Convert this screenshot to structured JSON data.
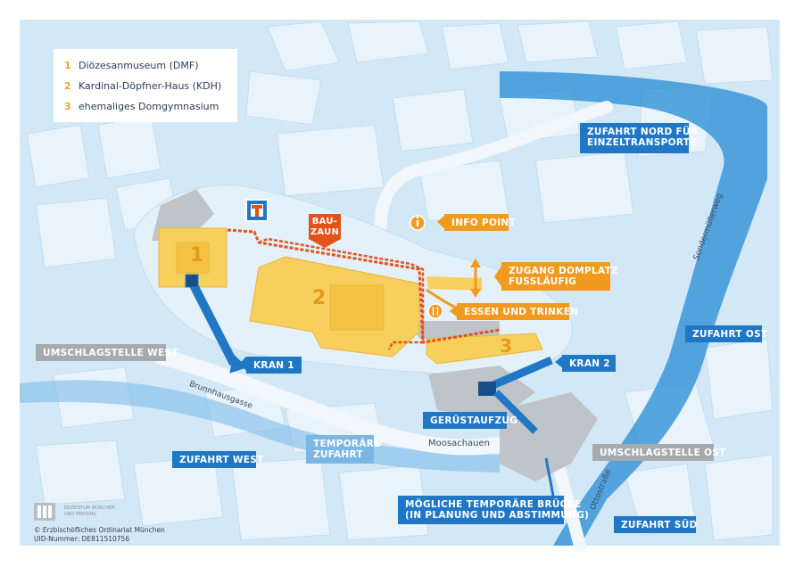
{
  "legend": {
    "items": [
      {
        "num": "1",
        "text": "Diözesanmuseum (DMF)"
      },
      {
        "num": "2",
        "text": "Kardinal-Döpfner-Haus (KDH)"
      },
      {
        "num": "3",
        "text": "ehemaliges Domgymnasium"
      }
    ]
  },
  "buildings": {
    "b1": "1",
    "b2": "2",
    "b3": "3"
  },
  "labels": {
    "zufahrt_nord_line1": "ZUFAHRT NORD FÜR",
    "zufahrt_nord_line2": "EINZELTRANSPORTE",
    "info_point": "INFO POINT",
    "bauzaun_line1": "BAU-",
    "bauzaun_line2": "ZAUN",
    "zugang_line1": "ZUGANG DOMPLATZ",
    "zugang_line2": "FUSSLÄUFIG",
    "essen": "ESSEN UND TRINKEN",
    "zufahrt_ost": "ZUFAHRT OST",
    "umschlag_west": "UMSCHLAGSTELLE WEST",
    "kran1": "KRAN 1",
    "kran2": "KRAN 2",
    "geruestaufzug": "GERÜSTAUFZUG",
    "temporaere_line1": "TEMPORÄRE",
    "temporaere_line2": "ZUFAHRT",
    "zufahrt_west": "ZUFAHRT WEST",
    "umschlag_ost": "UMSCHLAGSTELLE OST",
    "bruecke_line1": "MÖGLICHE TEMPORÄRE BRÜCKE",
    "bruecke_line2": "(IN PLANUNG UND ABSTIMMUNG)",
    "zufahrt_sued": "ZUFAHRT SÜD"
  },
  "streets": {
    "brunnhausgasse": "Brunnhausgasse",
    "moosachauen": "Moosachauen",
    "sondermuellerweg": "Sondermüllerweg",
    "ottostrasse": "Ottostraße"
  },
  "footer": {
    "logo_text_line1": "ERZBISTUM MÜNCHEN",
    "logo_text_line2": "UND FREISING",
    "copyright": "© Erzbischöfliches Ordinariat München",
    "uid": "UID-Nummer: DE811510756"
  },
  "colors": {
    "map_bg": "#d3e8f7",
    "block": "#e9f3fb",
    "water": "#3b97d8",
    "road": "#f2f7fc",
    "building_yellow": "#f7cf5d",
    "fence": "#e2531a",
    "blue_label": "#1f77c5",
    "grey_label": "#a7aaad",
    "orange_label": "#f29a1e",
    "light_label": "#7cb7e4"
  },
  "icons": {
    "info": "info-icon",
    "food": "fork-knife-icon",
    "sign": "no-through-road-icon",
    "arrow": "double-arrow-icon"
  }
}
